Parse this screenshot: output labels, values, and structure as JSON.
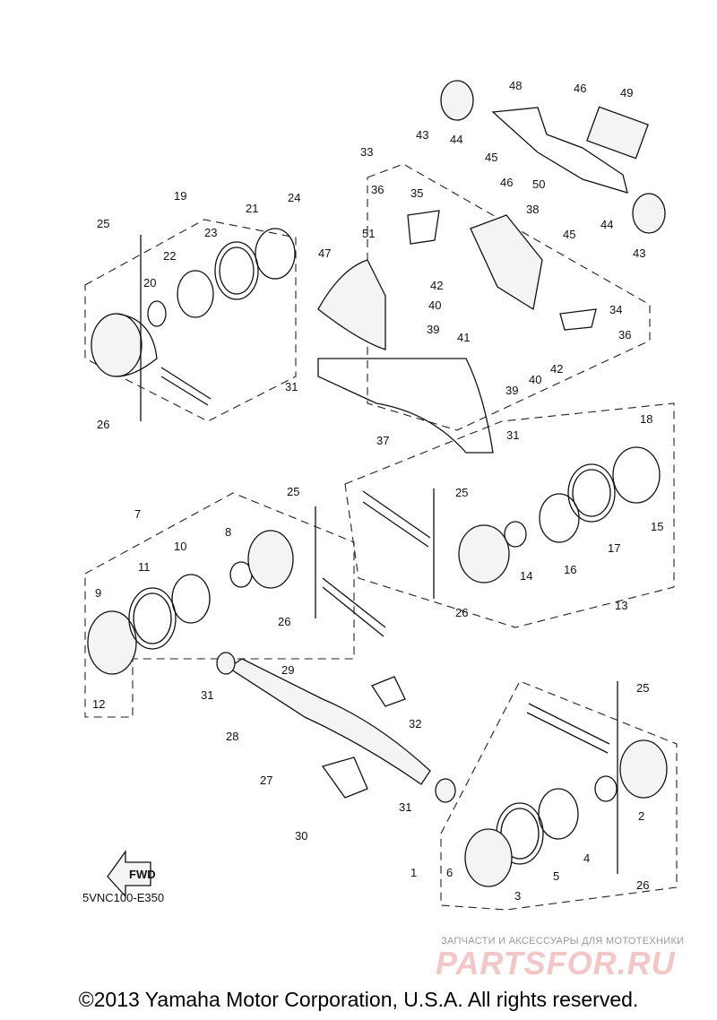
{
  "diagram": {
    "code": "5VNC100-E350",
    "copyright": "©2013 Yamaha Motor Corporation, U.S.A. All rights reserved.",
    "watermark_line1": "ЗАПЧАСТИ И АКСЕССУАРЫ ДЛЯ МОТОТЕХНИКИ",
    "watermark_line2": "PARTSFOR.RU",
    "fwd_label": "FWD",
    "callouts": [
      "1",
      "2",
      "3",
      "4",
      "5",
      "6",
      "7",
      "8",
      "9",
      "10",
      "11",
      "12",
      "13",
      "14",
      "15",
      "16",
      "17",
      "18",
      "19",
      "20",
      "21",
      "22",
      "23",
      "24",
      "25",
      "26",
      "27",
      "28",
      "29",
      "30",
      "31",
      "32",
      "33",
      "34",
      "35",
      "36",
      "37",
      "38",
      "39",
      "40",
      "41",
      "42",
      "43",
      "44",
      "45",
      "46",
      "47",
      "48",
      "49",
      "50",
      "51"
    ]
  }
}
